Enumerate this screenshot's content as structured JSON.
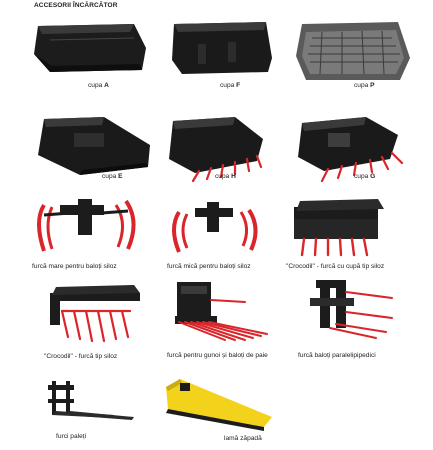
{
  "page": {
    "title": "ACCESORII ÎNCĂRCĂTOR"
  },
  "items": [
    {
      "id": "cupa-a",
      "caption": "cupa ",
      "letter": "A"
    },
    {
      "id": "cupa-f",
      "caption": "cupa ",
      "letter": "F"
    },
    {
      "id": "cupa-p",
      "caption": "cupa ",
      "letter": "P"
    },
    {
      "id": "cupa-e",
      "caption": "cupa ",
      "letter": "E"
    },
    {
      "id": "cupa-h",
      "caption": "cupa ",
      "letter": "H"
    },
    {
      "id": "cupa-g",
      "caption": "cupa ",
      "letter": "G"
    },
    {
      "id": "furca-mare",
      "caption": "furcă mare pentru baloți siloz",
      "letter": ""
    },
    {
      "id": "furca-mica",
      "caption": "furcă mică pentru baloți siloz",
      "letter": ""
    },
    {
      "id": "crocodil-cupa",
      "caption": "\"Crocodil\" - furcă cu cupă tip siloz",
      "letter": ""
    },
    {
      "id": "crocodil-furca",
      "caption": "\"Crocodil\" - furcă tip siloz",
      "letter": ""
    },
    {
      "id": "furca-gunoi",
      "caption": "furcă pentru gunoi și baloți de paie",
      "letter": ""
    },
    {
      "id": "furca-paralelipipedici",
      "caption": "furcă baloți paralelipipedici",
      "letter": ""
    },
    {
      "id": "furci-paleti",
      "caption": "furci paleți",
      "letter": ""
    },
    {
      "id": "lama-zapada",
      "caption": "lamă zăpadă",
      "letter": ""
    }
  ],
  "colors": {
    "steel": "#1c1c1c",
    "steel_light": "#3a3a3a",
    "tine": "#d8262a",
    "blade": "#f2d21a",
    "grey_bucket": "#5a5a5a"
  }
}
